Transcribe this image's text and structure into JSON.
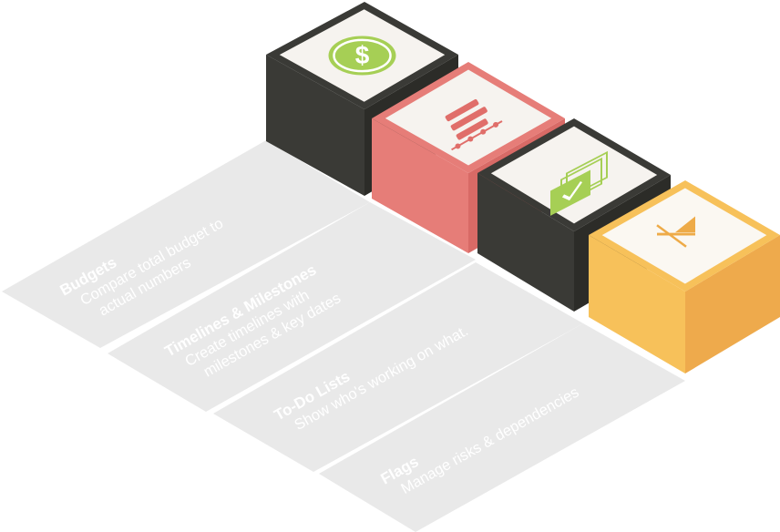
{
  "features": [
    {
      "id": "budgets",
      "title": "Budgets",
      "description_lines": [
        "Compare total budget to",
        "actual numbers"
      ],
      "icon": "dollar-coin-icon",
      "colors": {
        "top": "#f6f3ef",
        "left": "#3a3a36",
        "right": "#2c2c28",
        "icon": "#a6cf55"
      }
    },
    {
      "id": "timelines",
      "title": "Timelines & Milestones",
      "description_lines": [
        "Create timelines with",
        "milestones & key dates"
      ],
      "icon": "timeline-bars-icon",
      "colors": {
        "top": "#f6f3ef",
        "left": "#e67d78",
        "right": "#d86a66",
        "icon": "#e06e6a"
      }
    },
    {
      "id": "todo",
      "title": "To-Do Lists",
      "description_lines": [
        "Show who's working on what."
      ],
      "icon": "checklist-stack-icon",
      "colors": {
        "top": "#f6f3ef",
        "left": "#3a3a36",
        "right": "#2c2c28",
        "icon": "#a6cf55"
      }
    },
    {
      "id": "flags",
      "title": "Flags",
      "description_lines": [
        "Manage risks & dependencies"
      ],
      "icon": "flag-icon",
      "colors": {
        "top": "#fbf8f2",
        "left": "#f7c15a",
        "right": "#eeaa4c",
        "icon": "#eeab48"
      }
    }
  ],
  "strip_color": "#e9e9e9"
}
